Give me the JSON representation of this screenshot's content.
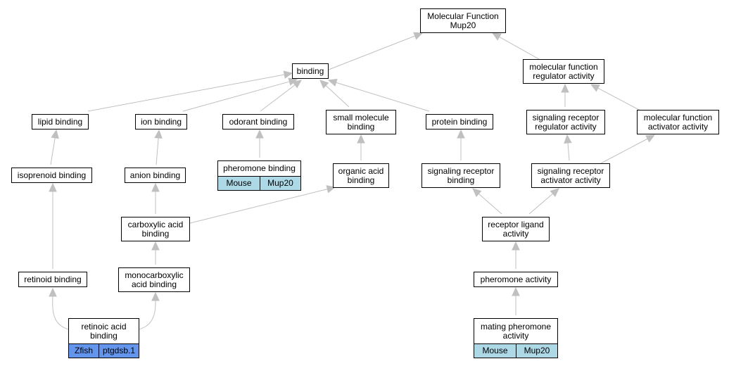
{
  "colors": {
    "edge": "#c0c0c0",
    "mouse_tag": "#add8e6",
    "zfish_tag": "#6495ed"
  },
  "nodes": {
    "mf_root": "Molecular Function\nMup20",
    "binding": "binding",
    "mf_regulator": "molecular function\nregulator activity",
    "lipid_binding": "lipid binding",
    "ion_binding": "ion binding",
    "odorant_binding": "odorant binding",
    "small_molecule": "small molecule\nbinding",
    "protein_binding": "protein binding",
    "sig_receptor_reg": "signaling receptor\nregulator activity",
    "mf_activator": "molecular function\nactivator activity",
    "isoprenoid": "isoprenoid binding",
    "anion_binding": "anion binding",
    "pheromone_binding": "pheromone binding",
    "organic_acid": "organic acid\nbinding",
    "sig_receptor_binding": "signaling receptor\nbinding",
    "sig_receptor_act": "signaling receptor\nactivator activity",
    "carboxylic": "carboxylic acid\nbinding",
    "receptor_ligand": "receptor ligand\nactivity",
    "retinoid": "retinoid binding",
    "monocarboxylic": "monocarboxylic\nacid binding",
    "pheromone_activity": "pheromone activity",
    "retinoic": "retinoic acid\nbinding",
    "mating_pheromone": "mating pheromone\nactivity"
  },
  "tags": {
    "pheromone_binding": [
      "Mouse",
      "Mup20"
    ],
    "retinoic": [
      "Zfish",
      "ptgdsb.1"
    ],
    "mating_pheromone": [
      "Mouse",
      "Mup20"
    ]
  }
}
